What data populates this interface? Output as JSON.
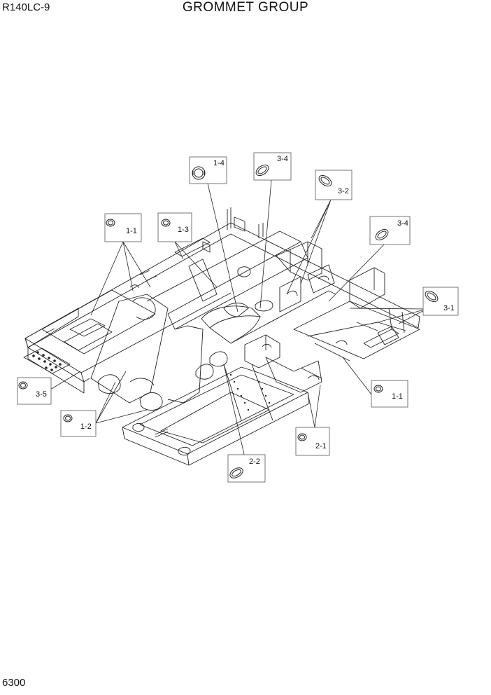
{
  "header": {
    "model": "R140LC-9",
    "title": "GROMMET GROUP"
  },
  "footer": {
    "page_number": "6300"
  },
  "callouts": [
    {
      "id": "c-1-4-top",
      "label": "1-4",
      "shape": "grommet-round"
    },
    {
      "id": "c-3-4-top",
      "label": "3-4",
      "shape": "grommet-oval"
    },
    {
      "id": "c-3-2",
      "label": "3-2",
      "shape": "grommet-oval"
    },
    {
      "id": "c-1-1-left",
      "label": "1-1",
      "shape": "grommet-small"
    },
    {
      "id": "c-1-3",
      "label": "1-3",
      "shape": "grommet-small"
    },
    {
      "id": "c-3-4-right",
      "label": "3-4",
      "shape": "grommet-oval"
    },
    {
      "id": "c-3-1",
      "label": "3-1",
      "shape": "grommet-oval"
    },
    {
      "id": "c-3-5",
      "label": "3-5",
      "shape": "grommet-small"
    },
    {
      "id": "c-1-1-right",
      "label": "1-1",
      "shape": "grommet-small"
    },
    {
      "id": "c-1-2",
      "label": "1-2",
      "shape": "grommet-small"
    },
    {
      "id": "c-2-1",
      "label": "2-1",
      "shape": "grommet-small"
    },
    {
      "id": "c-2-2",
      "label": "2-2",
      "shape": "grommet-oval"
    }
  ]
}
